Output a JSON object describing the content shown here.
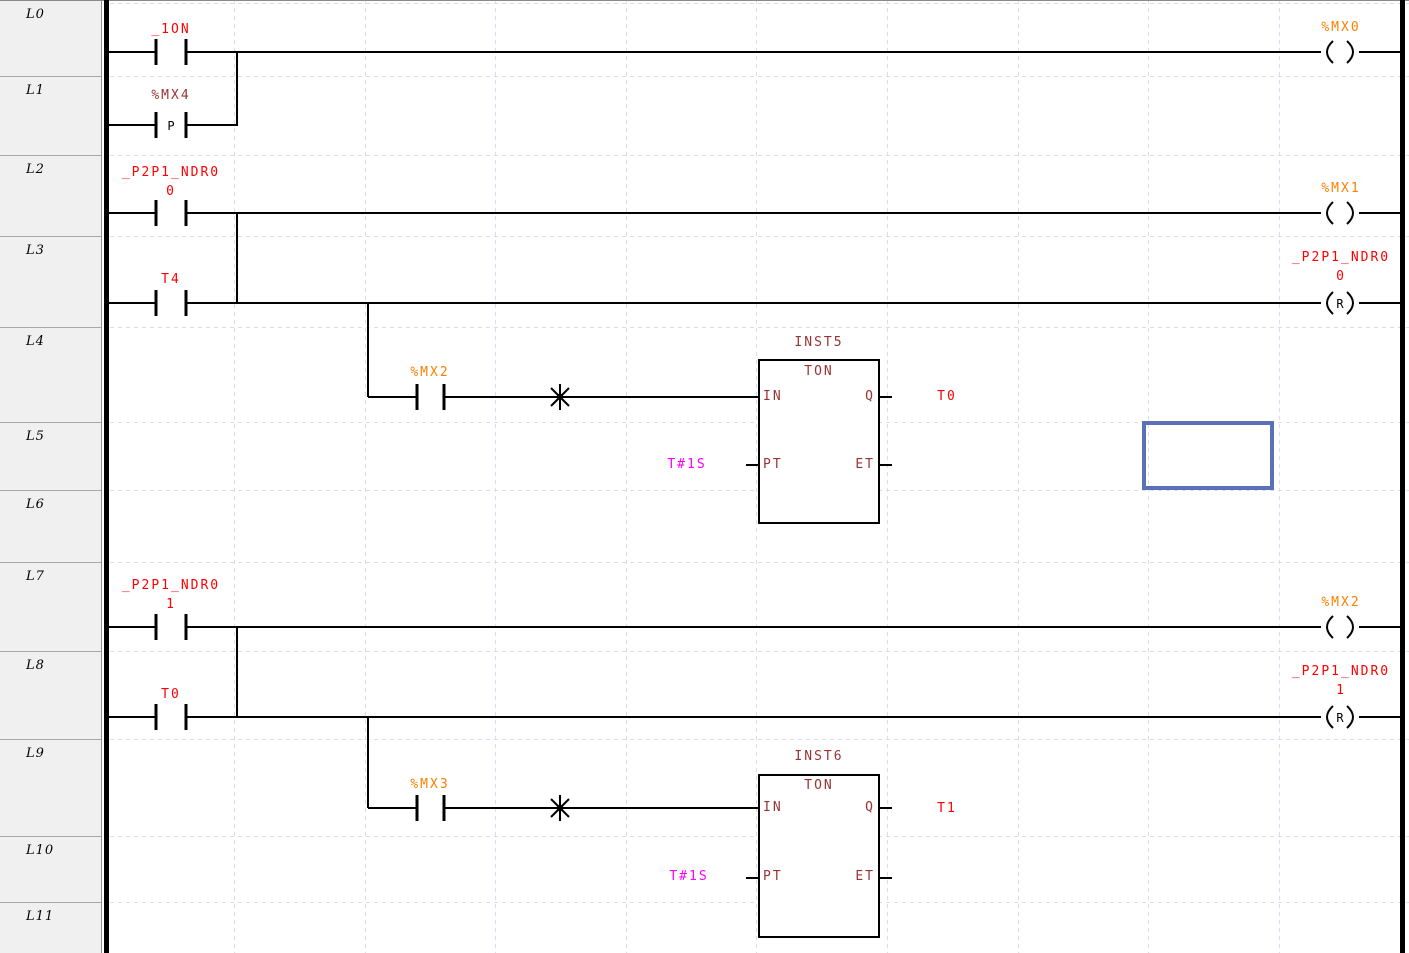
{
  "gutter": {
    "rows": [
      {
        "label": "L0"
      },
      {
        "label": "L1"
      },
      {
        "label": "L2"
      },
      {
        "label": "L3"
      },
      {
        "label": "L4"
      },
      {
        "label": "L5"
      },
      {
        "label": "L6"
      },
      {
        "label": "L7"
      },
      {
        "label": "L8"
      },
      {
        "label": "L9"
      },
      {
        "label": "L10"
      },
      {
        "label": "L11"
      }
    ]
  },
  "symbols": {
    "positive_contact": "P",
    "reset_coil": "R"
  },
  "rungs": {
    "r0": {
      "contact": "_1ON",
      "coil": "%MX0"
    },
    "r1": {
      "contact": "%MX4"
    },
    "r2": {
      "contact_name": "_P2P1_NDR0",
      "contact_index": "0",
      "coil": "%MX1"
    },
    "r3": {
      "contact": "T4",
      "coil_name": "_P2P1_NDR0",
      "coil_index": "0"
    },
    "r4": {
      "contact": "%MX2"
    },
    "r7": {
      "contact_name": "_P2P1_NDR0",
      "contact_index": "1",
      "coil": "%MX2"
    },
    "r8": {
      "contact": "T0",
      "coil_name": "_P2P1_NDR0",
      "coil_index": "1"
    },
    "r9": {
      "contact": "%MX3"
    }
  },
  "function_blocks": {
    "b1": {
      "instance": "INST5",
      "type": "TON",
      "pin_in": "IN",
      "pin_q": "Q",
      "pin_pt": "PT",
      "pin_et": "ET",
      "preset": "T#1S",
      "output": "T0"
    },
    "b2": {
      "instance": "INST6",
      "type": "TON",
      "pin_in": "IN",
      "pin_q": "Q",
      "pin_pt": "PT",
      "pin_et": "ET",
      "preset": "T#1S",
      "output": "T1"
    }
  },
  "colors": {
    "wire_black": "#000000",
    "contact_text_red": "#FF0000",
    "variable_text_orange": "#FF8000",
    "block_text_maroon": "#993333",
    "time_literal_magenta": "#FF00FF",
    "selection_cursor_blue": "#5A70B8",
    "grid_line": "#DBDBF2",
    "gutter_background": "#F0F0F0"
  }
}
